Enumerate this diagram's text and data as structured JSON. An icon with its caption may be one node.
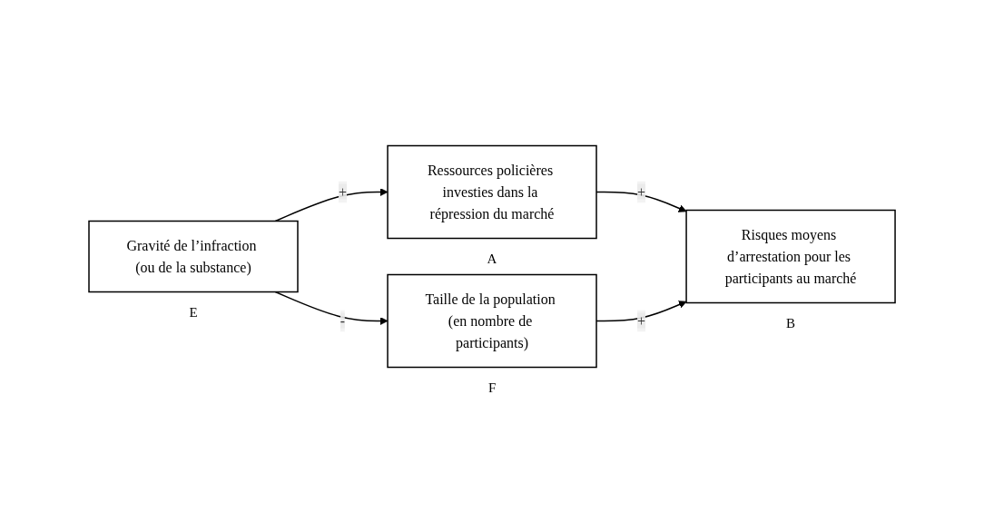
{
  "diagram": {
    "nodes": [
      {
        "text": [
          "Gravité de l’infraction (ou de la substance)"
        ],
        "beside": [
          "E"
        ]
      },
      {
        "text": [
          "Ressources policières investies dans la répression du marché"
        ],
        "beside": [
          "A"
        ]
      },
      {
        "text": [
          "Taille de la population (en nombre de participants)"
        ],
        "beside": [
          "F"
        ]
      },
      {
        "text": [
          "Risques moyens d’arrestation pour les participants au marché"
        ],
        "beside": [
          "B"
        ]
      }
    ],
    "edges": [
      {
        "from": 0,
        "to": 1,
        "label": "+",
        "arrow": "to"
      },
      {
        "from": 1,
        "to": 3,
        "label": "+",
        "arrow": "to"
      },
      {
        "from": 0,
        "to": 2,
        "label": "-",
        "arrow": "to"
      },
      {
        "from": 2,
        "to": 3,
        "label": "+",
        "arrow": "to"
      }
    ]
  }
}
